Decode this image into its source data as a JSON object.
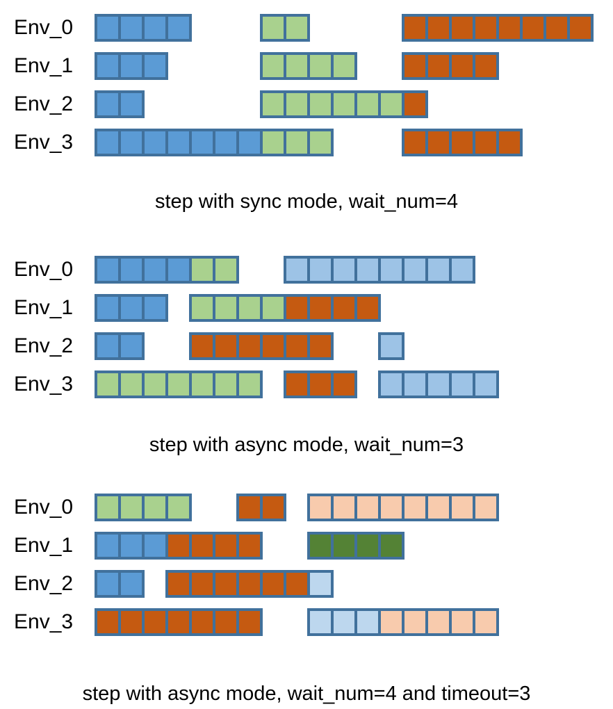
{
  "colors": {
    "border": "#41719C",
    "blue": "#5B9BD5",
    "green": "#A9D18E",
    "orange": "#C55A11",
    "lightblue": "#9DC3E6",
    "paleblue": "#BDD7EE",
    "paleorange": "#F8CBAD",
    "darkgreen": "#548235",
    "text": "#000000",
    "background": "#FFFFFF"
  },
  "panels": [
    {
      "caption": "step with sync mode, wait_num=4",
      "rows": [
        {
          "label": "Env_0",
          "blocks": [
            {
              "start": 0,
              "runs": [
                [
                  "blue",
                  4
                ]
              ]
            },
            {
              "start": 7,
              "runs": [
                [
                  "green",
                  2
                ]
              ]
            },
            {
              "start": 13,
              "runs": [
                [
                  "orange",
                  8
                ]
              ]
            }
          ]
        },
        {
          "label": "Env_1",
          "blocks": [
            {
              "start": 0,
              "runs": [
                [
                  "blue",
                  3
                ]
              ]
            },
            {
              "start": 7,
              "runs": [
                [
                  "green",
                  4
                ]
              ]
            },
            {
              "start": 13,
              "runs": [
                [
                  "orange",
                  4
                ]
              ]
            }
          ]
        },
        {
          "label": "Env_2",
          "blocks": [
            {
              "start": 0,
              "runs": [
                [
                  "blue",
                  2
                ]
              ]
            },
            {
              "start": 7,
              "runs": [
                [
                  "green",
                  6
                ],
                [
                  "orange",
                  1
                ]
              ]
            }
          ]
        },
        {
          "label": "Env_3",
          "blocks": [
            {
              "start": 0,
              "runs": [
                [
                  "blue",
                  7
                ],
                [
                  "green",
                  3
                ]
              ]
            },
            {
              "start": 13,
              "runs": [
                [
                  "orange",
                  5
                ]
              ]
            }
          ]
        }
      ]
    },
    {
      "caption": "step with async mode, wait_num=3",
      "rows": [
        {
          "label": "Env_0",
          "blocks": [
            {
              "start": 0,
              "runs": [
                [
                  "blue",
                  4
                ],
                [
                  "green",
                  2
                ]
              ]
            },
            {
              "start": 8,
              "runs": [
                [
                  "lightblue",
                  8
                ]
              ]
            }
          ]
        },
        {
          "label": "Env_1",
          "blocks": [
            {
              "start": 0,
              "runs": [
                [
                  "blue",
                  3
                ]
              ]
            },
            {
              "start": 4,
              "runs": [
                [
                  "green",
                  4
                ],
                [
                  "orange",
                  4
                ]
              ]
            }
          ]
        },
        {
          "label": "Env_2",
          "blocks": [
            {
              "start": 0,
              "runs": [
                [
                  "blue",
                  2
                ]
              ]
            },
            {
              "start": 4,
              "runs": [
                [
                  "orange",
                  6
                ]
              ]
            },
            {
              "start": 12,
              "runs": [
                [
                  "lightblue",
                  1
                ]
              ]
            }
          ]
        },
        {
          "label": "Env_3",
          "blocks": [
            {
              "start": 0,
              "runs": [
                [
                  "green",
                  7
                ]
              ]
            },
            {
              "start": 8,
              "runs": [
                [
                  "orange",
                  3
                ]
              ]
            },
            {
              "start": 12,
              "runs": [
                [
                  "lightblue",
                  5
                ]
              ]
            }
          ]
        }
      ]
    },
    {
      "caption": "step with async mode, wait_num=4 and timeout=3",
      "rows": [
        {
          "label": "Env_0",
          "blocks": [
            {
              "start": 0,
              "runs": [
                [
                  "green",
                  4
                ]
              ]
            },
            {
              "start": 6,
              "runs": [
                [
                  "orange",
                  2
                ]
              ]
            },
            {
              "start": 9,
              "runs": [
                [
                  "paleorange",
                  8
                ]
              ]
            }
          ]
        },
        {
          "label": "Env_1",
          "blocks": [
            {
              "start": 0,
              "runs": [
                [
                  "blue",
                  3
                ],
                [
                  "orange",
                  4
                ]
              ]
            },
            {
              "start": 9,
              "runs": [
                [
                  "darkgreen",
                  4
                ]
              ]
            }
          ]
        },
        {
          "label": "Env_2",
          "blocks": [
            {
              "start": 0,
              "runs": [
                [
                  "blue",
                  2
                ]
              ]
            },
            {
              "start": 3,
              "runs": [
                [
                  "orange",
                  6
                ],
                [
                  "paleblue",
                  1
                ]
              ]
            }
          ]
        },
        {
          "label": "Env_3",
          "blocks": [
            {
              "start": 0,
              "runs": [
                [
                  "orange",
                  7
                ]
              ]
            },
            {
              "start": 9,
              "runs": [
                [
                  "paleblue",
                  3
                ],
                [
                  "paleorange",
                  5
                ]
              ]
            }
          ]
        }
      ]
    }
  ]
}
